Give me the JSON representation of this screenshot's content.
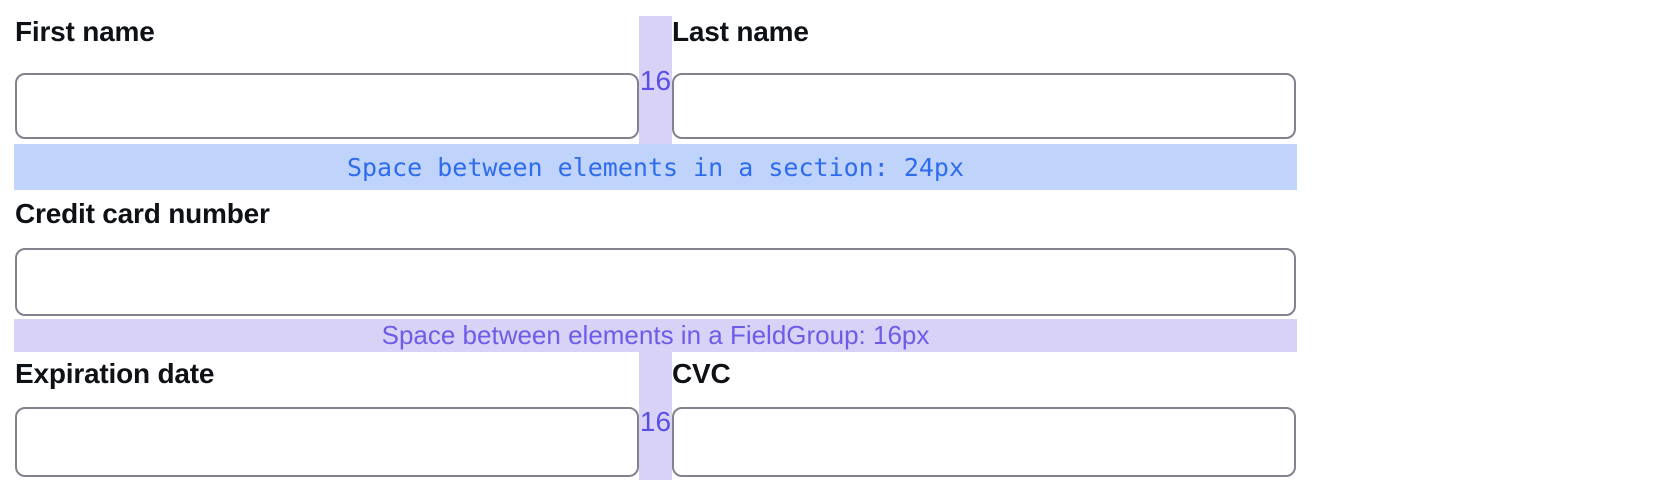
{
  "form": {
    "fields": {
      "first_name": {
        "label": "First name",
        "value": ""
      },
      "last_name": {
        "label": "Last name",
        "value": ""
      },
      "credit_card": {
        "label": "Credit card number",
        "value": ""
      },
      "expiration": {
        "label": "Expiration date",
        "value": ""
      },
      "cvc": {
        "label": "CVC",
        "value": ""
      }
    },
    "spacing_annotations": {
      "section_gap_bar": "Space between elements in a section: 24px",
      "fieldgroup_gap_bar": "Space between elements in a FieldGroup: 16px",
      "column_gap_top": "16",
      "column_gap_bottom": "16"
    }
  },
  "colors": {
    "section_bar_bg": "#c0d3fb",
    "section_bar_text": "#2e6cee",
    "fieldgroup_bar_bg": "#d7d2f6",
    "fieldgroup_bar_text": "#6c5ce8",
    "gap_strip_bg": "#d7d2f6",
    "gap_number_text": "#5b4ee4",
    "label_text": "#0e1116",
    "input_border": "#82828e"
  }
}
